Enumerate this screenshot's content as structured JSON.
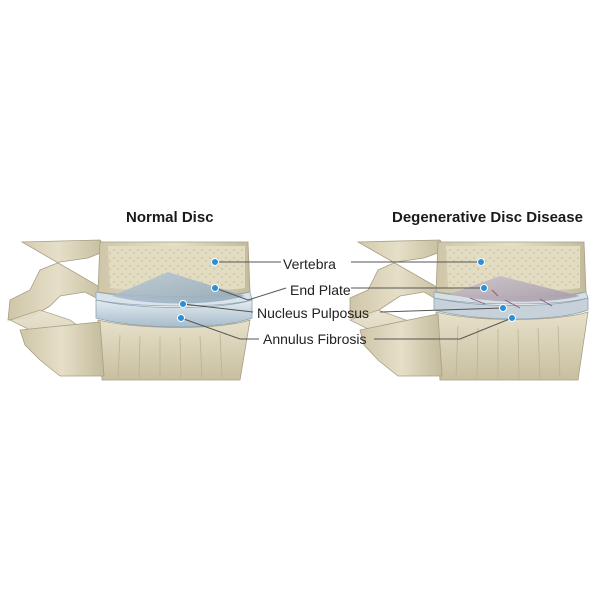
{
  "titles": {
    "normal": "Normal Disc",
    "degenerative": "Degenerative Disc Disease"
  },
  "labels": {
    "vertebra": "Vertebra",
    "end_plate": "End Plate",
    "nucleus_pulposus": "Nucleus Pulposus",
    "annulus_fibrosis": "Annulus Fibrosis"
  },
  "colors": {
    "bone": "#ddd6bd",
    "bone_shadow": "#b9b096",
    "disc_outer": "#c9d7df",
    "disc_inner": "#8fa9ba",
    "marker": "#2a8fd6",
    "leader_line": "#555555"
  }
}
